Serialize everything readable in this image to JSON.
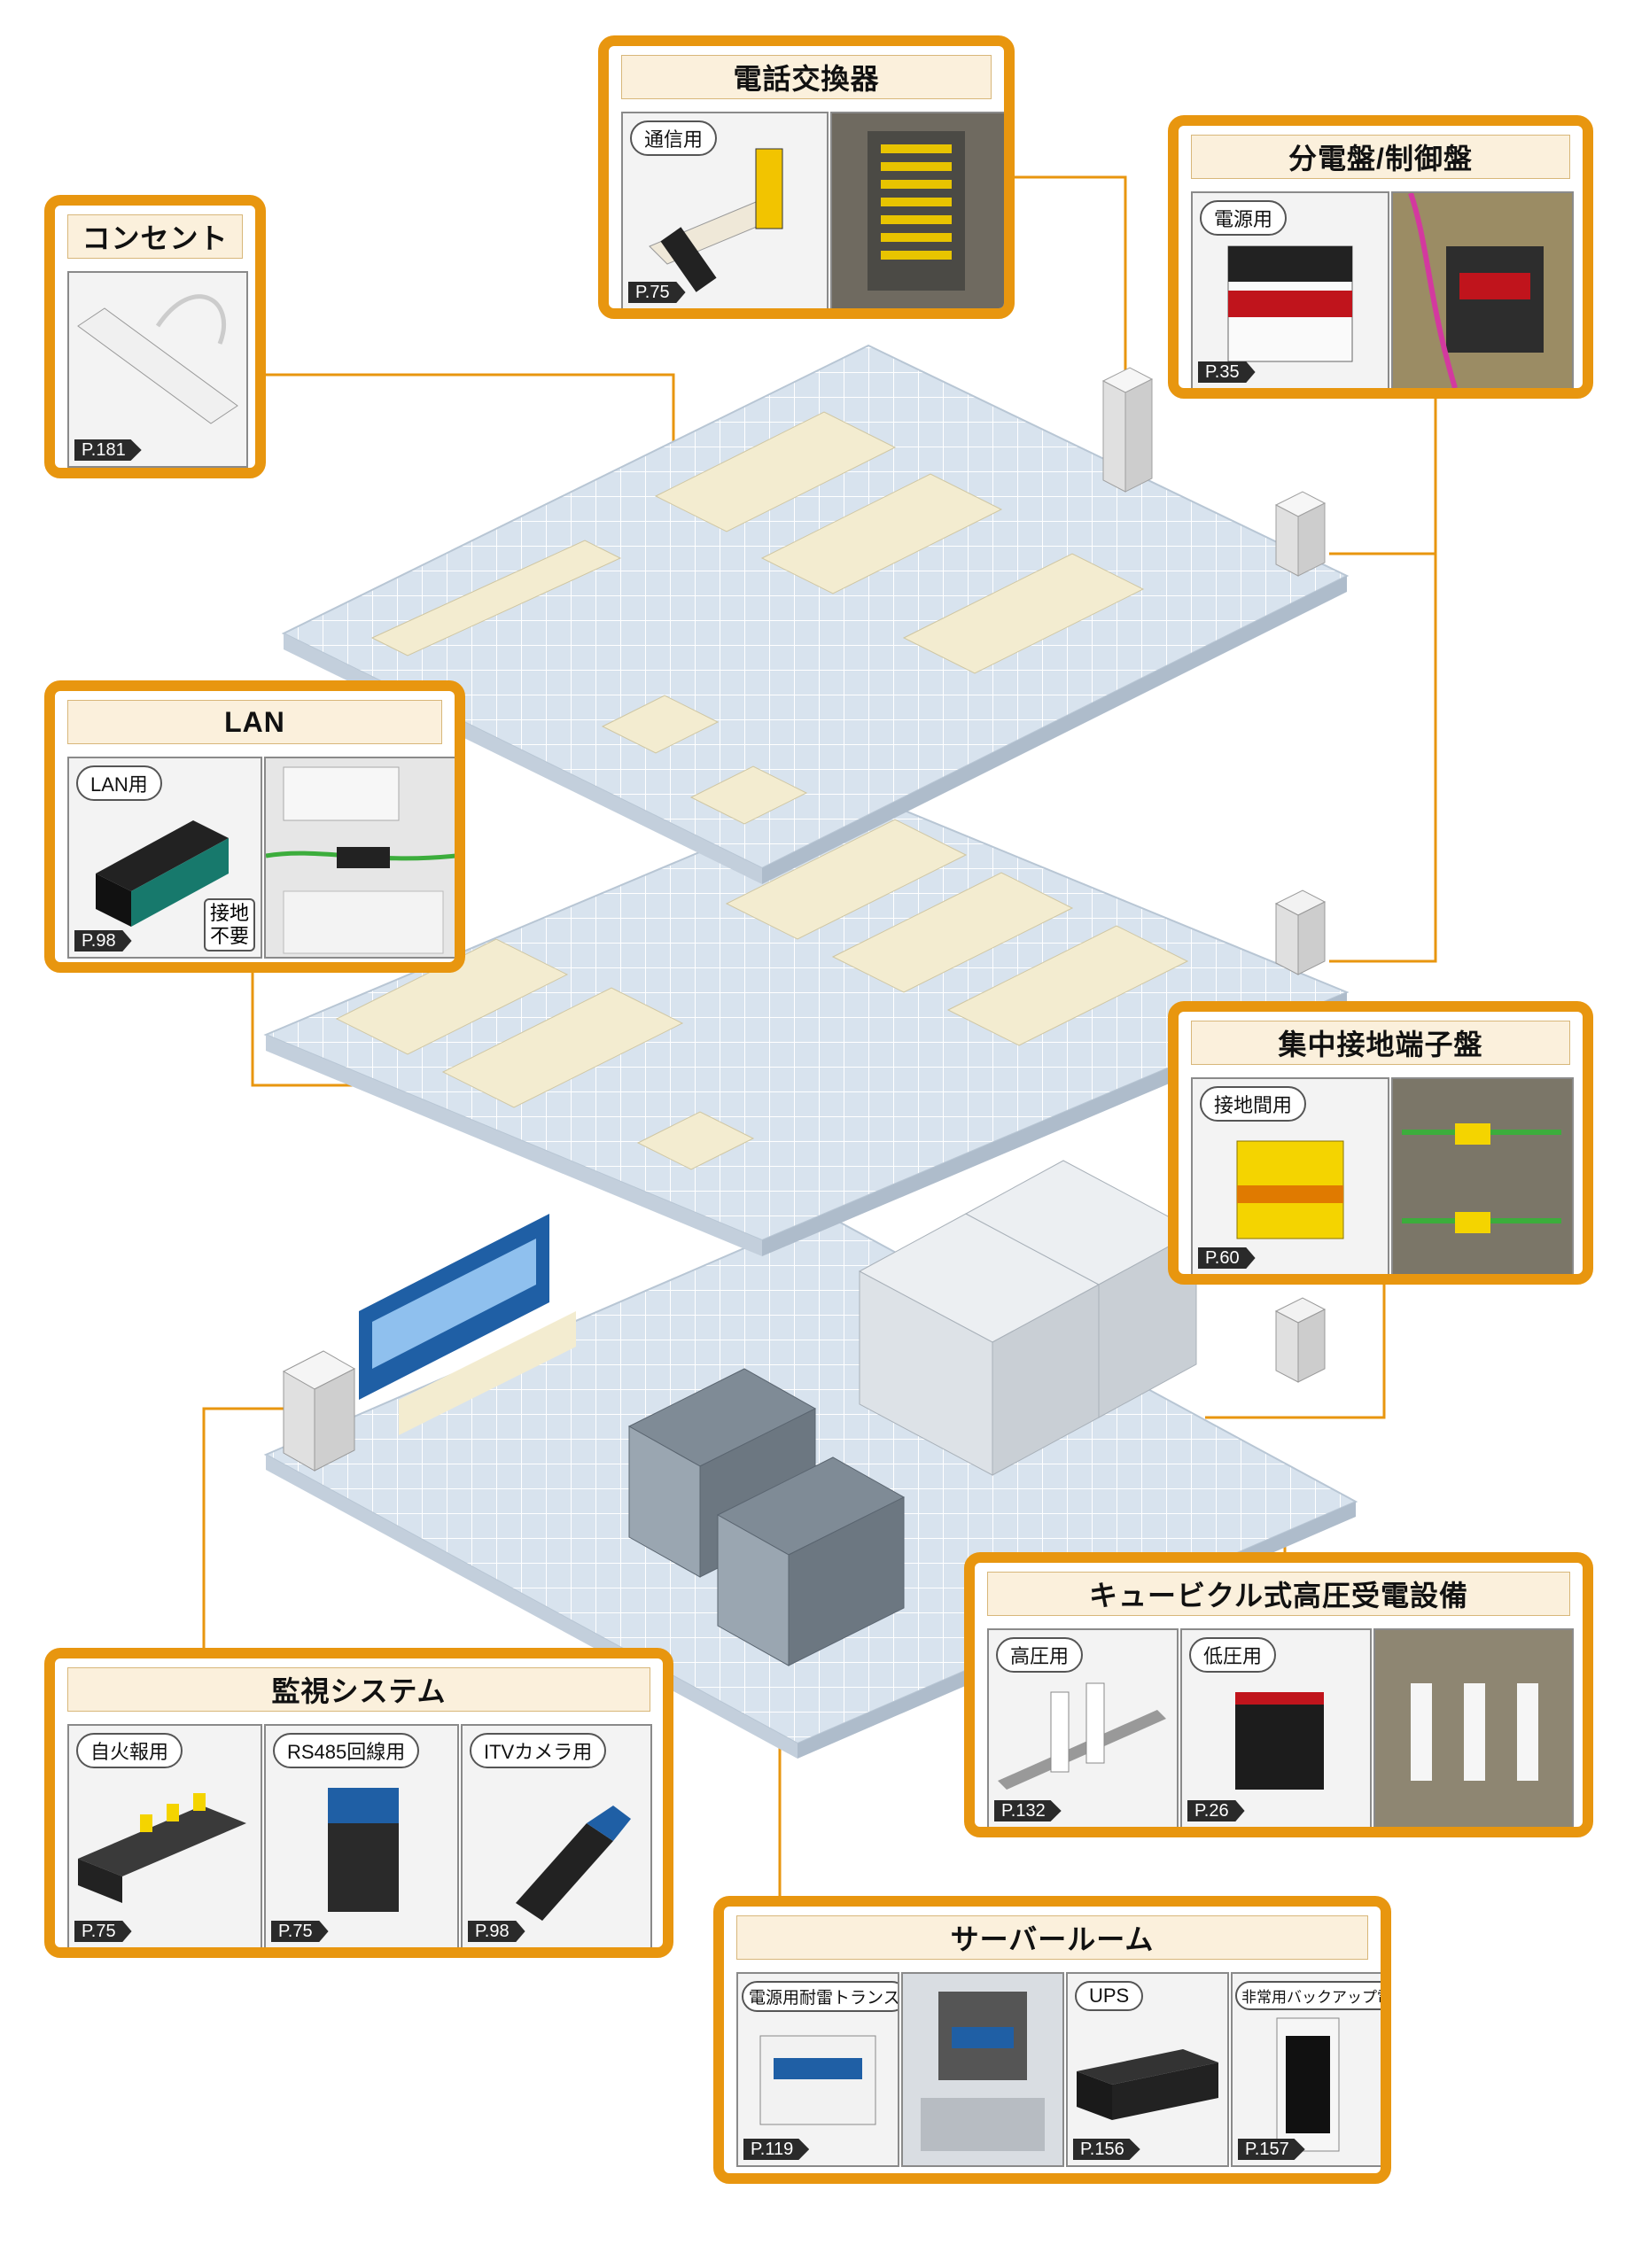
{
  "colors": {
    "frame": "#e8960f",
    "title_bg": "#fbf0dc",
    "floor": "#d9e4ee",
    "grid": "#ffffff",
    "link": "#e8960f"
  },
  "panels": {
    "denwa": {
      "title": "電話交換器",
      "tag": "通信用",
      "page": "P.75"
    },
    "bundenban": {
      "title": "分電盤/制御盤",
      "tag": "電源用",
      "page": "P.35"
    },
    "consent": {
      "title": "コンセント",
      "page": "P.181"
    },
    "lan": {
      "title": "LAN",
      "tag": "LAN用",
      "page": "P.98",
      "note": "接地不要"
    },
    "shuchu": {
      "title": "集中接地端子盤",
      "tag": "接地間用",
      "page": "P.60"
    },
    "cubicle": {
      "title": "キュービクル式高圧受電設備",
      "items": [
        {
          "tag": "高圧用",
          "page": "P.132"
        },
        {
          "tag": "低圧用",
          "page": "P.26"
        }
      ]
    },
    "kanshi": {
      "title": "監視システム",
      "items": [
        {
          "tag": "自火報用",
          "page": "P.75"
        },
        {
          "tag": "RS485回線用",
          "page": "P.75"
        },
        {
          "tag": "ITVカメラ用",
          "page": "P.98"
        }
      ]
    },
    "server": {
      "title": "サーバールーム",
      "items": [
        {
          "tag": "電源用耐雷トランス",
          "page": "P.119"
        },
        {
          "tag": "UPS",
          "page": "P.156"
        },
        {
          "tag": "非常用バックアップ電源",
          "page": "P.157"
        }
      ]
    }
  }
}
